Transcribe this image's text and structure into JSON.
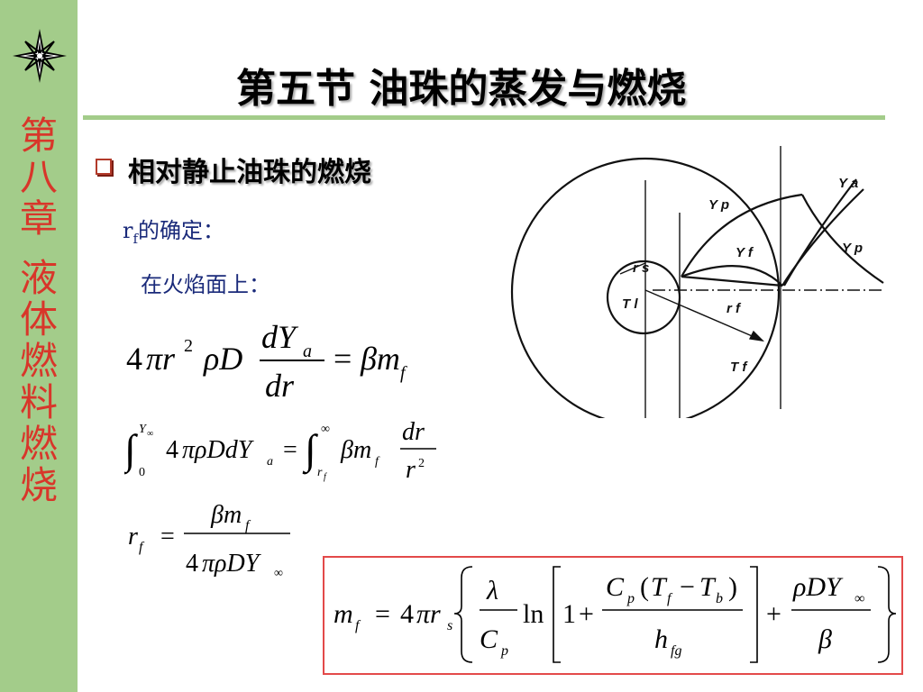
{
  "sidebar": {
    "chapter_chars": [
      "第",
      "八",
      "章"
    ],
    "topic_chars": [
      "液",
      "体",
      "燃",
      "料",
      "燃",
      "烧"
    ],
    "logo_icon": "compass-star-icon",
    "accent_color": "#a3cc8a",
    "text_color": "#d8362a"
  },
  "header": {
    "title": "第五节 油珠的蒸发与燃烧"
  },
  "content": {
    "bullet": "相对静止油珠的燃烧",
    "rf_prefix": "r",
    "rf_sub": "f",
    "rf_suffix": "的确定：",
    "flame_surface": "在火焰面上："
  },
  "diagram_labels": {
    "ya_outer": "Y a",
    "yp_upper": "Y p",
    "yf": "Y f",
    "yp_right": "Y p",
    "rs": "r s",
    "tl": "T l",
    "rf": "r f",
    "tf": "T f"
  },
  "result_box_color": "#e34a4a"
}
